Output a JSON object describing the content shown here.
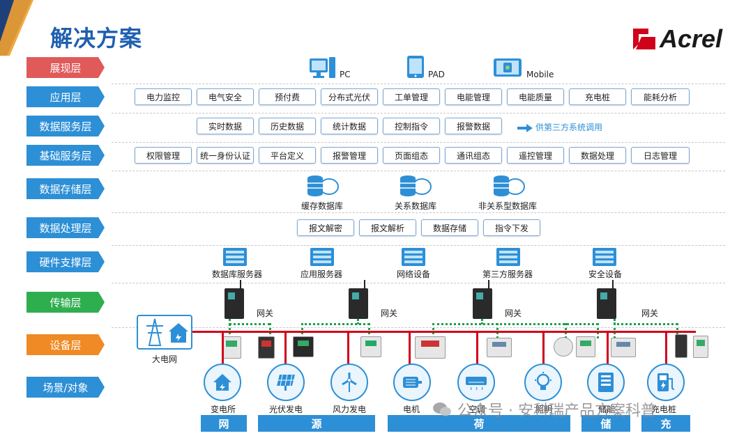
{
  "title": "解决方案",
  "logo": {
    "text": "Acrel"
  },
  "colors": {
    "red": "#e05050",
    "blue": "#2d8fd6",
    "green": "#2fae4f",
    "orange": "#f08a24"
  },
  "layers": [
    {
      "label": "展现层",
      "color": "#e05a5a"
    },
    {
      "label": "应用层",
      "color": "#2d8fd6"
    },
    {
      "label": "数据服务层",
      "color": "#2d8fd6"
    },
    {
      "label": "基础服务层",
      "color": "#2d8fd6"
    },
    {
      "label": "数据存储层",
      "color": "#2d8fd6"
    },
    {
      "label": "数据处理层",
      "color": "#2d8fd6"
    },
    {
      "label": "硬件支撑层",
      "color": "#2d8fd6"
    },
    {
      "label": "传输层",
      "color": "#2fae4f"
    },
    {
      "label": "设备层",
      "color": "#f08a24"
    },
    {
      "label": "场景/对象",
      "color": "#2d8fd6"
    }
  ],
  "presentation": [
    "PC",
    "PAD",
    "Mobile"
  ],
  "application": [
    "电力监控",
    "电气安全",
    "预付费",
    "分布式光伏",
    "工单管理",
    "电能管理",
    "电能质量",
    "充电桩",
    "能耗分析"
  ],
  "data_service": [
    "实时数据",
    "历史数据",
    "统计数据",
    "控制指令",
    "报警数据"
  ],
  "data_service_note": "供第三方系统调用",
  "basic_service": [
    "权限管理",
    "统一身份认证",
    "平台定义",
    "报警管理",
    "页面组态",
    "通讯组态",
    "遥控管理",
    "数据处理",
    "日志管理"
  ],
  "storage": [
    "缓存数据库",
    "关系数据库",
    "非关系型数据库"
  ],
  "processing": [
    "报文解密",
    "报文解析",
    "数据存储",
    "指令下发"
  ],
  "hardware": [
    "数据库服务器",
    "应用服务器",
    "网络设备",
    "第三方服务器",
    "安全设备"
  ],
  "gateway_label": "网关",
  "grid_label": "大电网",
  "scenes": [
    "变电所",
    "光伏发电",
    "风力发电",
    "电机",
    "空调",
    "照明",
    "储能",
    "充电桩"
  ],
  "categories": [
    "网",
    "源",
    "荷",
    "储",
    "充"
  ],
  "watermark": "公众号 · 安科瑞产品方案科普"
}
